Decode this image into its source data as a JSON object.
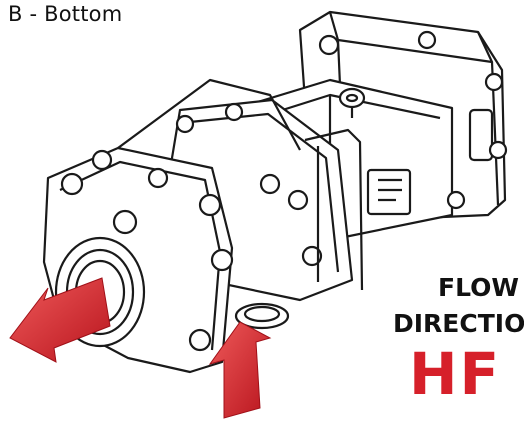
{
  "figure": {
    "caption": "B - Bottom",
    "flow_label_line1": "FLOW",
    "flow_label_line2": "DIRECTIO",
    "flow_code": "HF",
    "colors": {
      "arrow": "#d6202a",
      "outline": "#1a1a1a",
      "code": "#d6202a"
    },
    "icons": [
      "flow-arrow-left",
      "flow-arrow-up"
    ]
  }
}
